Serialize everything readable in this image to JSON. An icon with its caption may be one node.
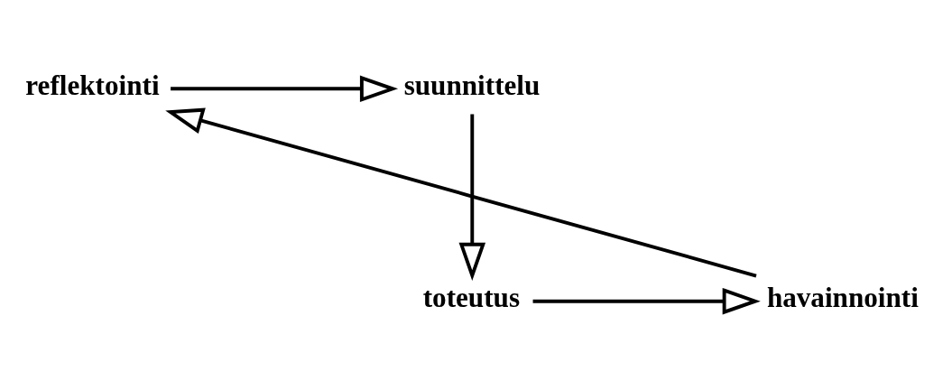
{
  "diagram": {
    "nodes": [
      {
        "text": [
          "reflektointi"
        ]
      },
      {
        "text": [
          "suunnittelu"
        ]
      },
      {
        "text": [
          "toteutus"
        ]
      },
      {
        "text": [
          "havainnointi"
        ]
      }
    ],
    "edges": [
      {
        "from": 0,
        "to": 1,
        "arrow": "to"
      },
      {
        "from": 1,
        "to": 2,
        "arrow": "to"
      },
      {
        "from": 2,
        "to": 3,
        "arrow": "to"
      },
      {
        "from": 3,
        "to": 0,
        "arrow": "to"
      }
    ]
  }
}
